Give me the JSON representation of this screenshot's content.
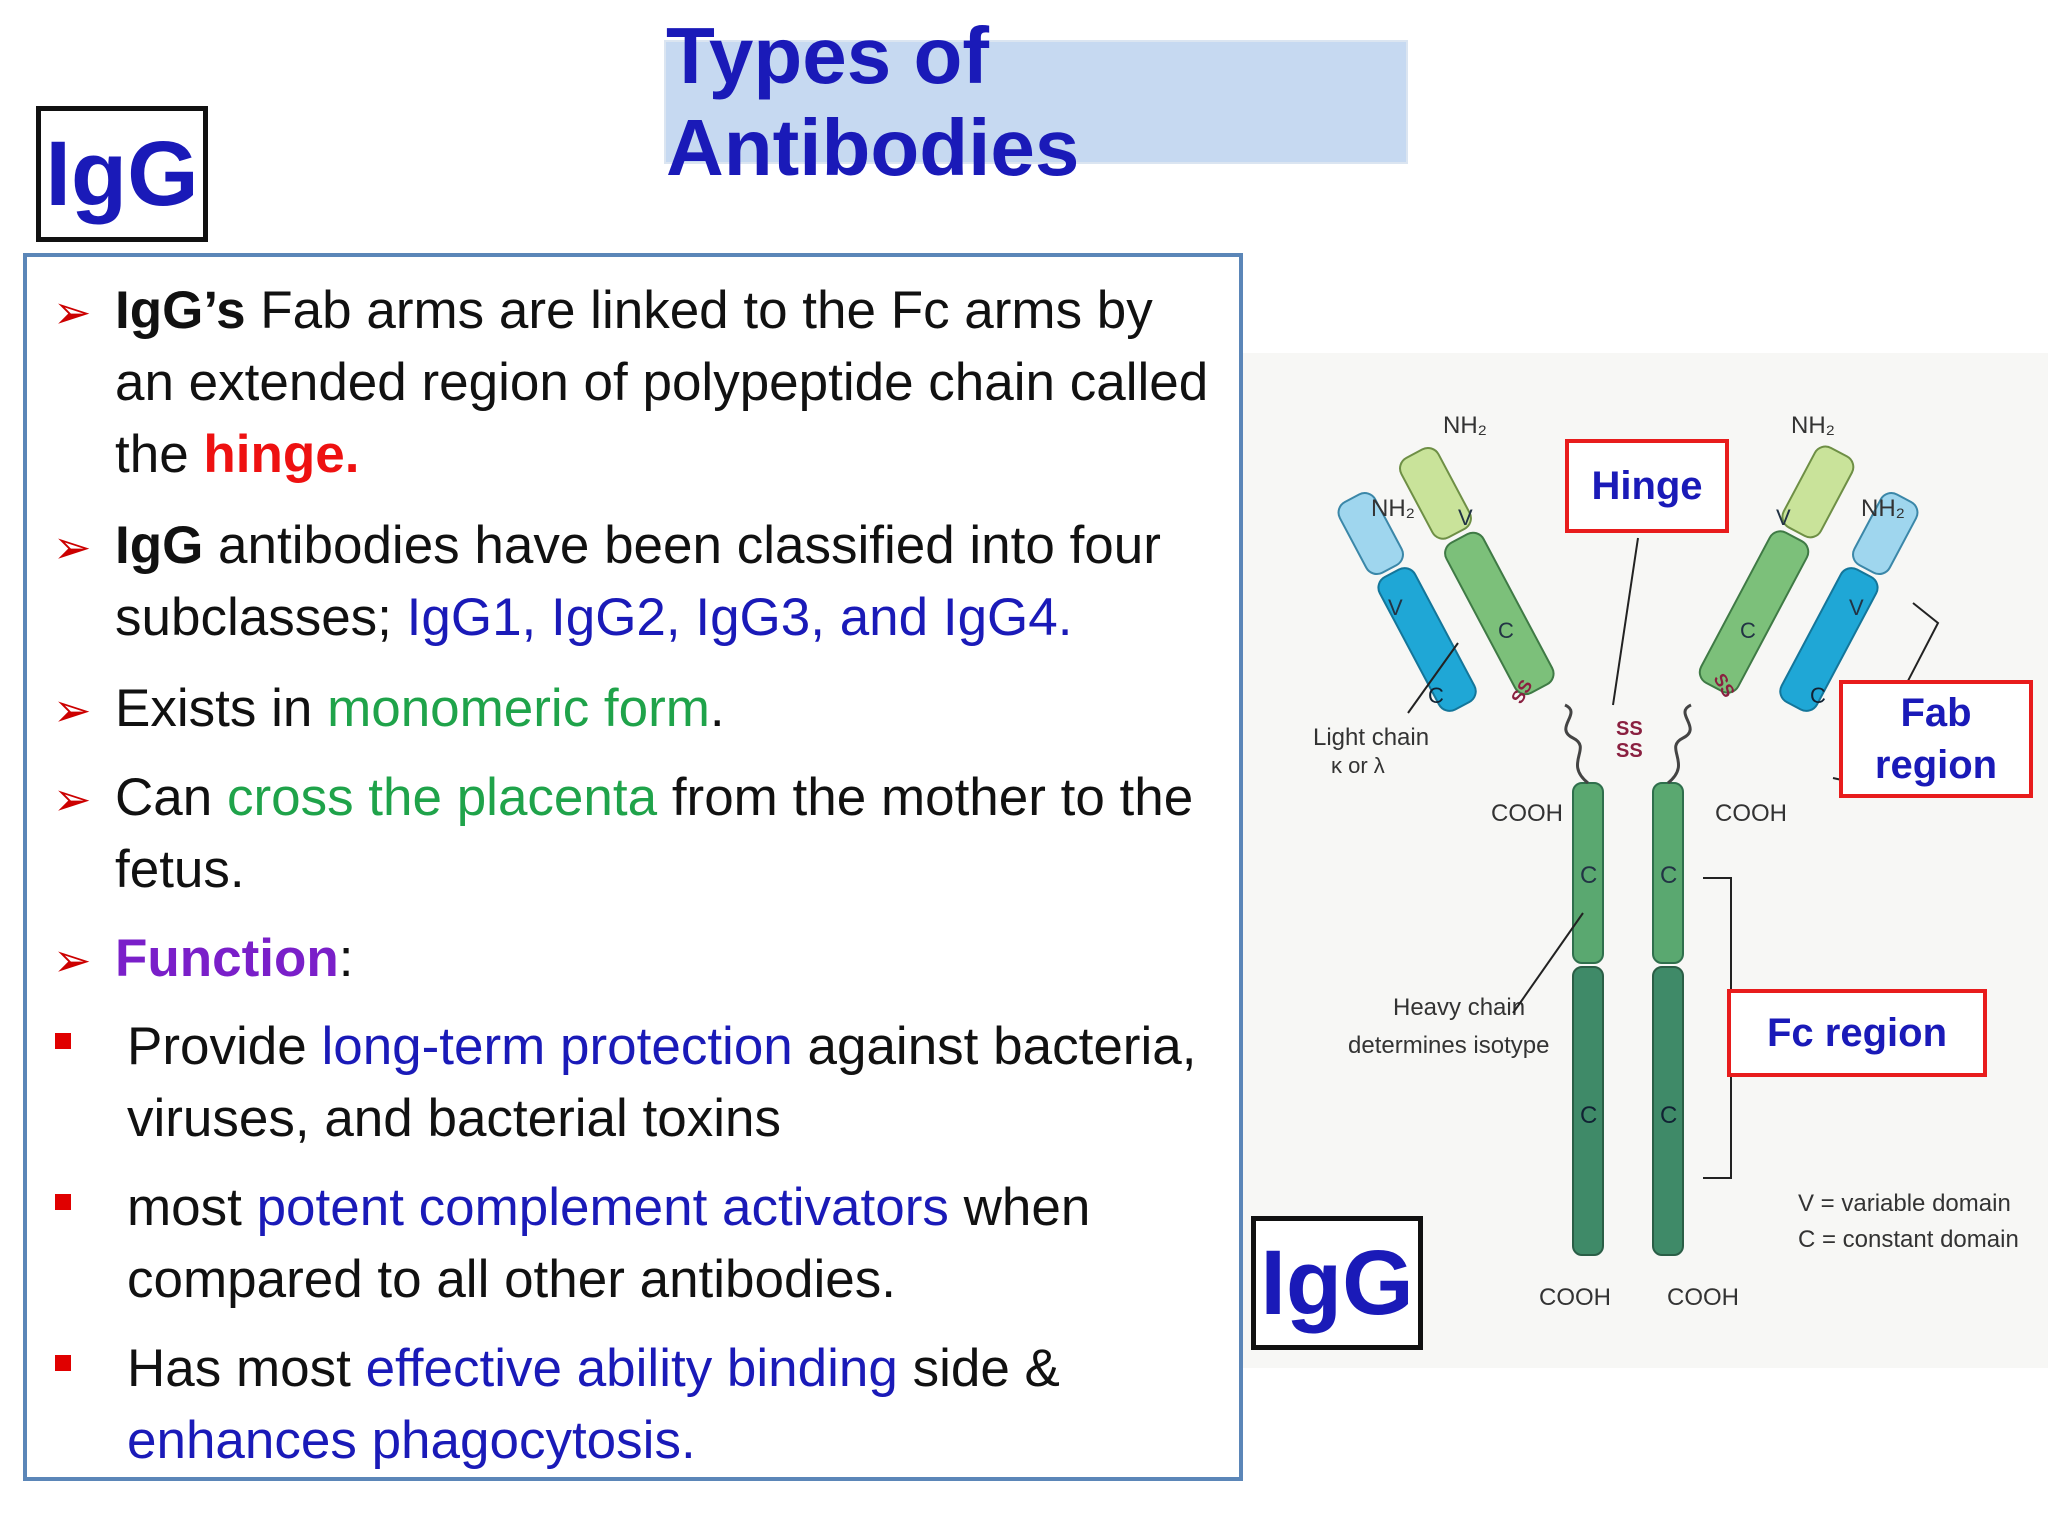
{
  "title": "Types of Antibodies",
  "tag_top": "IgG",
  "tag_bottom": "IgG",
  "bullets": [
    {
      "parts": [
        "IgG’s",
        " Fab arms are linked to the Fc arms by an extended region of polypeptide chain called the ",
        "hinge."
      ]
    },
    {
      "parts": [
        "IgG",
        " antibodies have been classified into four subclasses; ",
        "IgG1, IgG2, IgG3, and IgG4."
      ]
    },
    {
      "parts": [
        "Exists in ",
        "monomeric form",
        "."
      ]
    },
    {
      "parts": [
        "Can ",
        "cross the placenta",
        " from the mother to the fetus."
      ]
    },
    {
      "parts": [
        "Function",
        ":"
      ]
    }
  ],
  "sub_bullets": [
    {
      "parts": [
        "Provide ",
        "long-term protection",
        " against bacteria, viruses, and bacterial toxins"
      ]
    },
    {
      "parts": [
        "most ",
        "potent complement activators",
        " when compared to all other antibodies."
      ]
    },
    {
      "parts": [
        "Has most ",
        "effective ability binding",
        " side & ",
        "enhances phagocytosis."
      ]
    }
  ],
  "diagram": {
    "callouts": {
      "hinge": "Hinge",
      "fab": "Fab region",
      "fc": "Fc region"
    },
    "labels": {
      "nh2": "NH₂",
      "cooh": "COOH",
      "ss": "SS",
      "v": "V",
      "c": "C",
      "light_chain_1": "Light chain",
      "light_chain_2": "κ or λ",
      "heavy_chain_1": "Heavy chain",
      "heavy_chain_2": "determines isotype",
      "legend_v": "V = variable domain",
      "legend_c": "C = constant domain"
    },
    "colors": {
      "light_v": "#9fd6ee",
      "light_c": "#1fa7d6",
      "heavy_v": "#c9e39a",
      "heavy_c1": "#7cc07a",
      "fc_upper": "#5aa870",
      "fc_lower": "#3f8a68",
      "disulfide": "#8a2040"
    }
  }
}
